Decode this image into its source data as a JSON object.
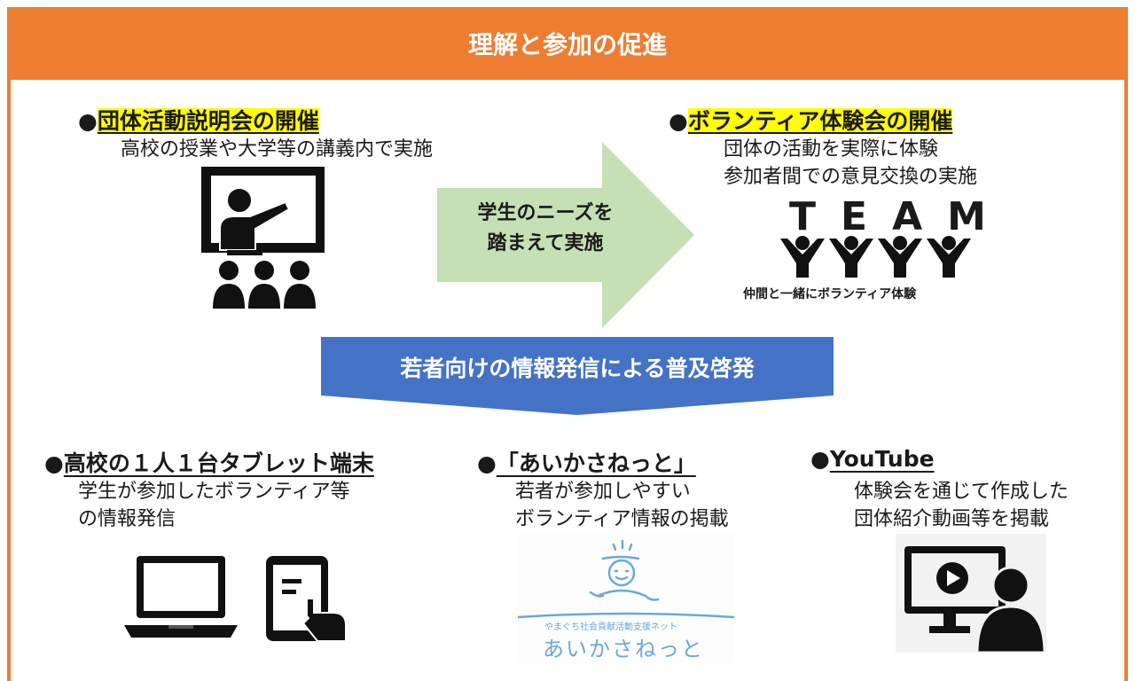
{
  "header": {
    "title": "理解と参加の促進"
  },
  "top_left": {
    "bullet": "●",
    "title": "団体活動説明会の開催",
    "desc": "高校の授業や大学等の講義内で実施"
  },
  "center_arrow": {
    "line1": "学生のニーズを",
    "line2": "踏まえて実施"
  },
  "top_right": {
    "bullet": "●",
    "title": "ボランティア体験会の開催",
    "desc1": "団体の活動を実際に体験",
    "desc2": "参加者間での意見交換の実施",
    "team_text": "TEAM",
    "team_caption": "仲間と一緒にボランティア体験"
  },
  "banner": {
    "text": "若者向けの情報発信による普及啓発"
  },
  "bottom_left": {
    "bullet": "●",
    "title": "高校の１人１台タブレット端末",
    "desc1": "学生が参加したボランティア等",
    "desc2": "の情報発信"
  },
  "bottom_center": {
    "bullet": "●",
    "title": "「あいかさねっと」",
    "desc1": "若者が参加しやすい",
    "desc2": "ボランティア情報の掲載",
    "logo_small": "やまぐち社会貢献活動支援ネット",
    "logo_main": "あいかさねっと"
  },
  "bottom_right": {
    "bullet": "●",
    "title": "YouTube",
    "desc1": "体験会を通じて作成した",
    "desc2": "団体紹介動画等を掲載"
  },
  "colors": {
    "orange": "#ed7d31",
    "green_arrow": "#c5e0b4",
    "blue_banner": "#4472c4",
    "highlight": "#ffff00",
    "logo_blue": "#6ba8d9"
  },
  "icons": [
    "teacher-presentation-icon",
    "audience-icon",
    "team-people-icon",
    "laptop-icon",
    "tablet-touch-icon",
    "aikasanetto-logo",
    "video-lecture-icon"
  ]
}
